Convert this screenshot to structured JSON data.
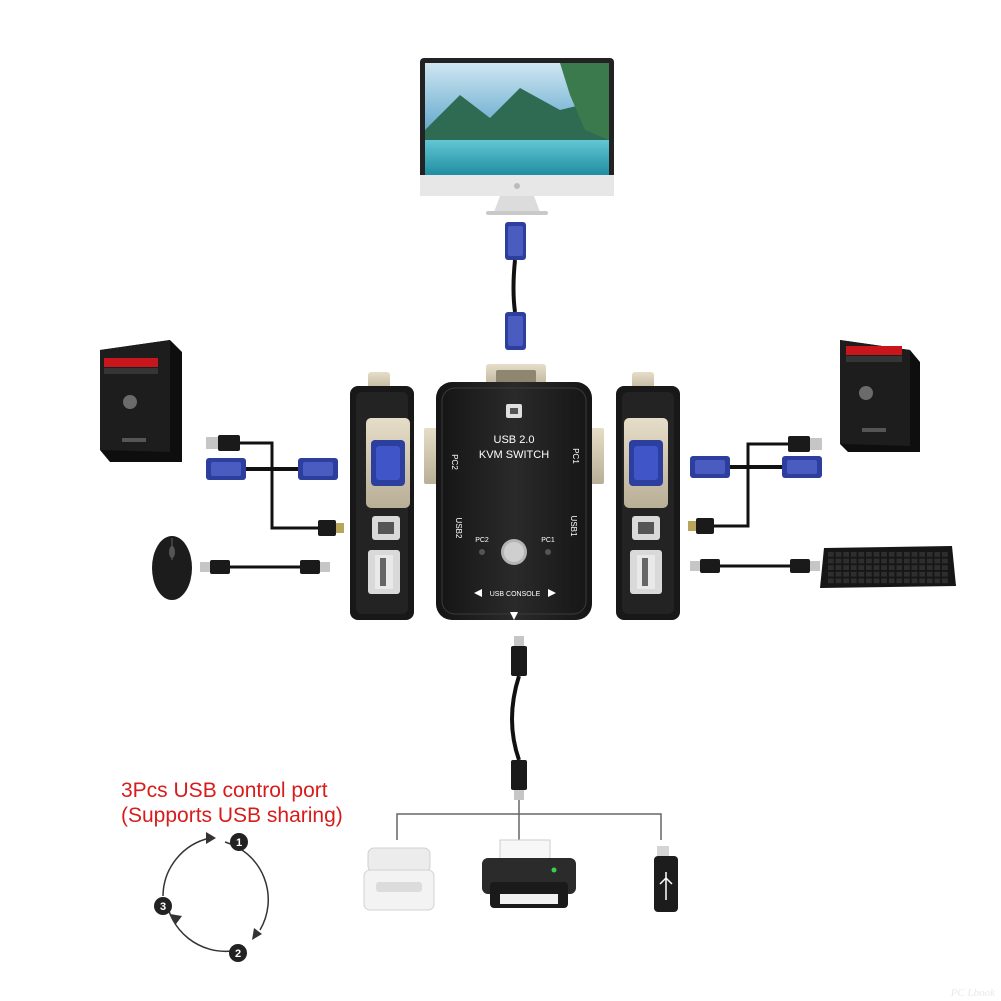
{
  "switch": {
    "model_line1": "USB 2.0",
    "model_line2": "KVM SWITCH",
    "label_pc1": "PC1",
    "label_pc2": "PC2",
    "label_usb1": "USB1",
    "label_usb2": "USB2",
    "label_pc1_led": "PC1",
    "label_pc2_led": "PC2",
    "label_console": "USB CONSOLE"
  },
  "caption": {
    "line1": "3Pcs USB control port",
    "line2": "(Supports USB sharing)"
  },
  "cycle": {
    "step1": "1",
    "step2": "2",
    "step3": "3"
  },
  "watermark": "PC Lbook",
  "colors": {
    "accent_red": "#d81c1c",
    "vga_blue": "#2d3f9e",
    "device_black": "#1b1b1b"
  }
}
